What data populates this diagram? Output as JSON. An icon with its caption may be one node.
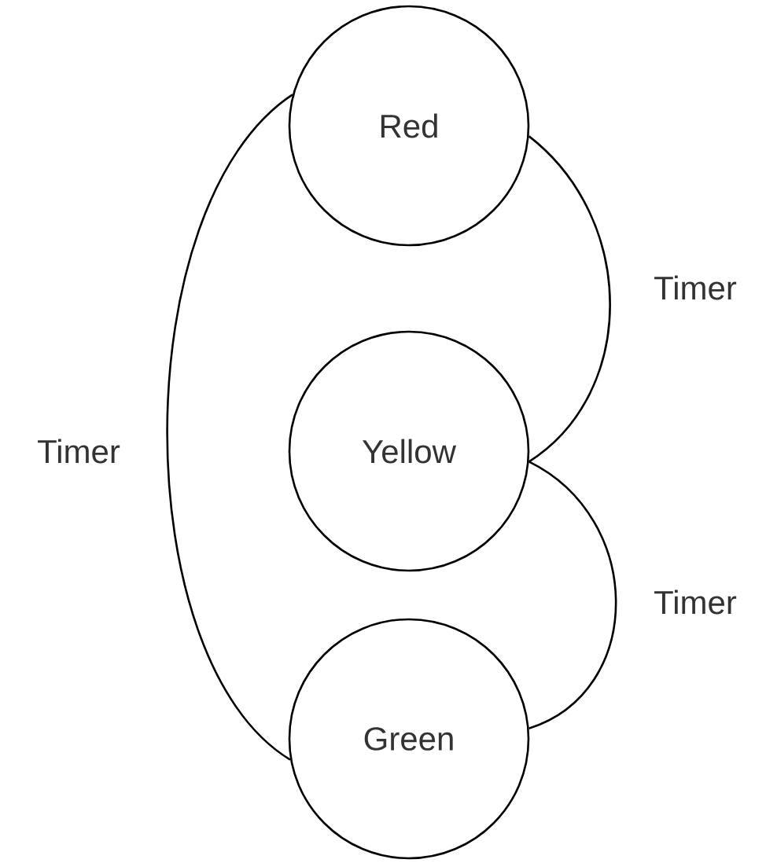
{
  "diagram": {
    "nodes": [
      {
        "text": [
          "Red"
        ]
      },
      {
        "text": [
          "Yellow"
        ]
      },
      {
        "text": [
          "Green"
        ]
      }
    ],
    "edges": [
      {
        "from": 0,
        "to": 1,
        "arrow": "none",
        "label": "Timer"
      },
      {
        "from": 1,
        "to": 2,
        "arrow": "none",
        "label": "Timer"
      },
      {
        "from": 2,
        "to": 0,
        "arrow": "none",
        "label": "Timer"
      }
    ]
  }
}
